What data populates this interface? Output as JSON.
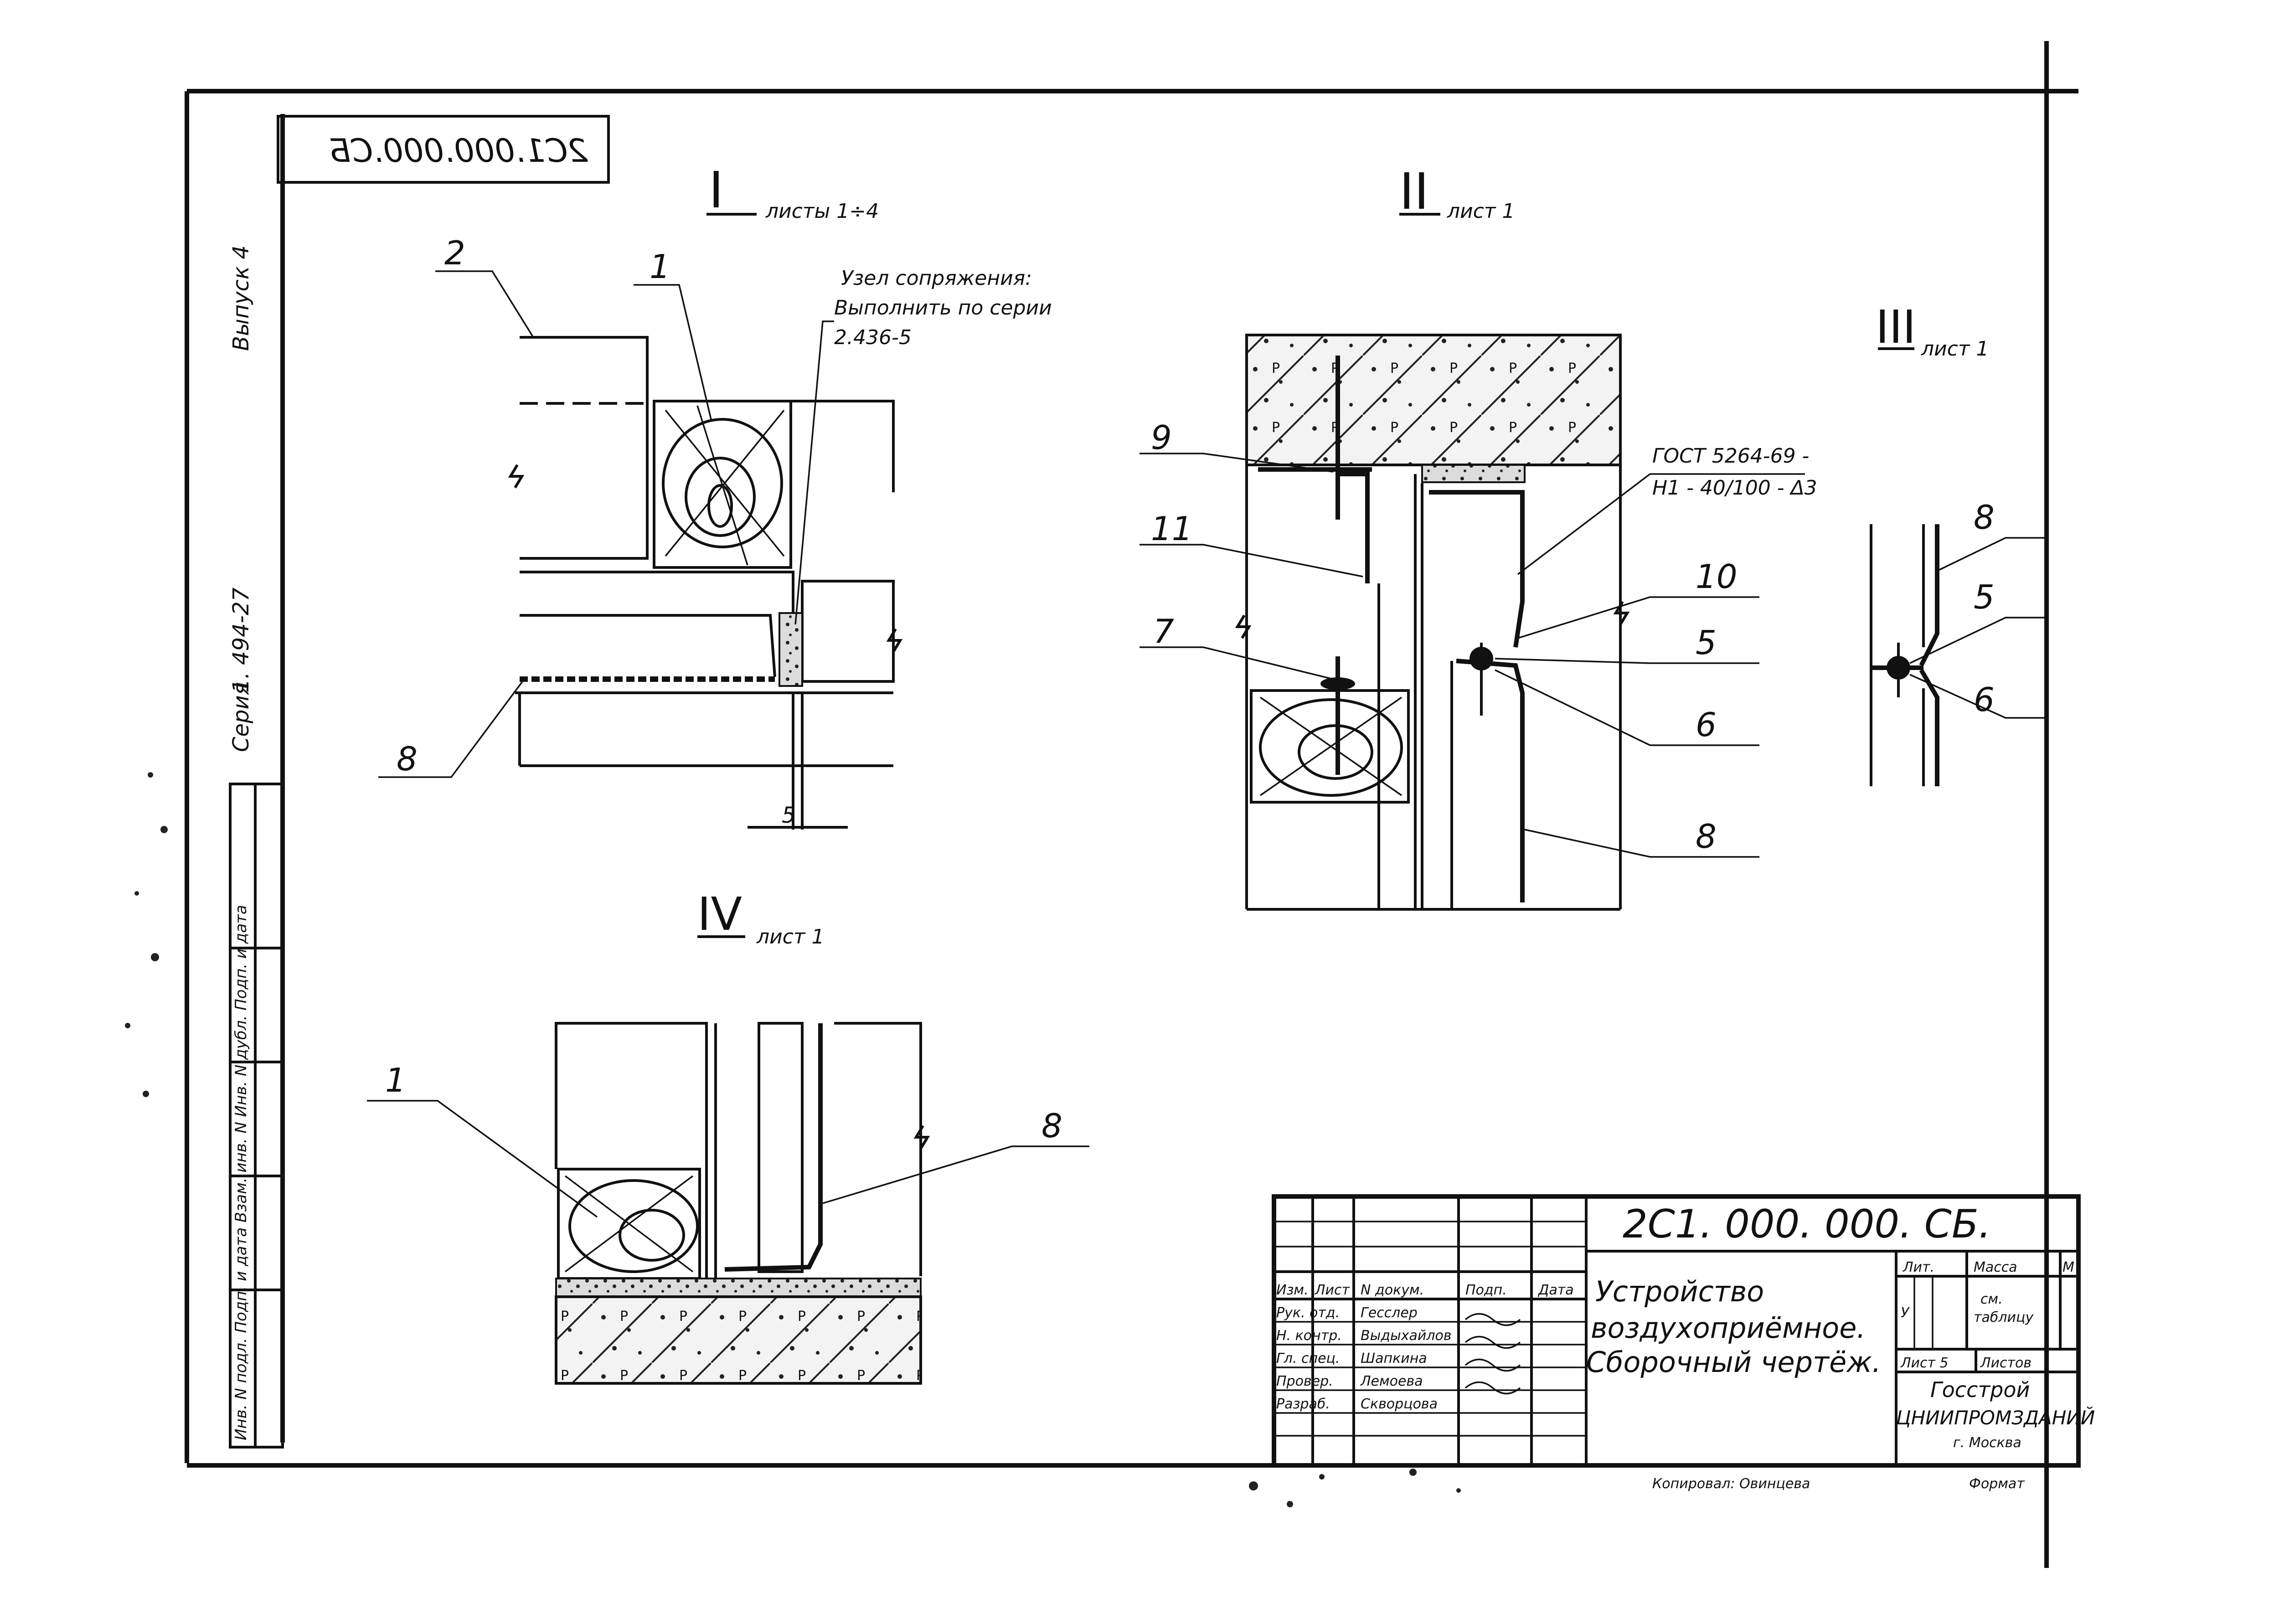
{
  "stamp": {
    "code_mirrored": "2C1.000.000.CБ"
  },
  "margin": {
    "vypusk": "Выпуск 4",
    "seriya_code": "1. 494-27",
    "seriya": "Серия",
    "inv_labels": "Инв. N подл.  Подп. и дата  Взам. инв. N  Инв. N дубл.  Подп. и дата"
  },
  "views": {
    "I": {
      "roman": "I",
      "note": "листы 1÷4",
      "callouts": {
        "a": "2",
        "b": "1",
        "c": "8"
      },
      "node_note_line1": "Узел сопряжения:",
      "node_note_line2": "Выполнить по серии",
      "node_note_line3": "2.436-5",
      "dim": "5"
    },
    "II": {
      "roman": "II",
      "note": "лист 1",
      "callouts_left": {
        "a": "9",
        "b": "11",
        "c": "7"
      },
      "callouts_right": {
        "a": "10",
        "b": "5",
        "c": "6",
        "d": "8"
      },
      "weld_line1": "ГОСТ 5264-69 -",
      "weld_line2": "Н1 - 40/100 - Δ3"
    },
    "III": {
      "roman": "III",
      "note": "лист 1",
      "callouts": {
        "a": "8",
        "b": "5",
        "c": "6"
      }
    },
    "IV": {
      "roman": "IV",
      "note": "лист 1",
      "callouts": {
        "a": "1",
        "b": "8"
      }
    }
  },
  "title_block": {
    "code": "2С1. 000. 000. СБ.",
    "title_line1": "Устройство",
    "title_line2": "воздухоприёмное.",
    "title_line3": "Сборочный чертёж.",
    "col_izm": "Изм.",
    "col_list": "Лист",
    "col_ndoc": "N докум.",
    "col_podp": "Подп.",
    "col_data": "Дата",
    "role1": "Рук. отд.",
    "role2": "Н. контр.",
    "role3": "Гл. спец.",
    "role4": "Провер.",
    "role5": "Разраб.",
    "name1": "Гесслер",
    "name2": "Выдыхайлов",
    "name3": "Шапкина",
    "name4": "Лемоева",
    "name5": "Скворцова",
    "lit_label": "Лит.",
    "massa_label": "Масса",
    "masshtab_label": "М",
    "lit_value": "У",
    "massa_value_line1": "см.",
    "massa_value_line2": "таблицу",
    "list_label": "Лист 5",
    "listov_label": "Листов",
    "org1": "Госстрой",
    "org2": "ЦНИИПРОМЗДАНИЙ",
    "org3": "г. Москва",
    "copier": "Копировал: Овинцева",
    "format": "Формат"
  }
}
